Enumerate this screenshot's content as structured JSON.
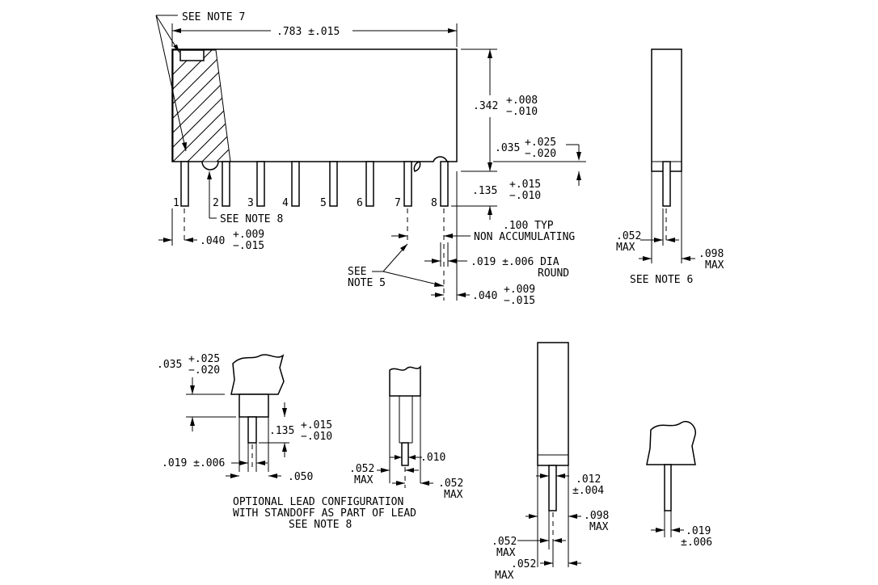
{
  "notes": {
    "see_note_7": "SEE NOTE 7",
    "see_note_8": "SEE NOTE 8",
    "see_note_6": "SEE NOTE 6",
    "see_note_5_line1": "SEE",
    "see_note_5_line2": "NOTE 5",
    "opt_line1": "OPTIONAL LEAD CONFIGURATION",
    "opt_line2": "WITH STANDOFF AS PART OF LEAD",
    "opt_line3": "SEE NOTE 8"
  },
  "pins": [
    "1",
    "2",
    "3",
    "4",
    "5",
    "6",
    "7",
    "8"
  ],
  "dims": {
    "length": ".783 ±.015",
    "height_val": ".342",
    "height_plus": "+.008",
    "height_minus": "−.010",
    "standoff_val": ".035",
    "standoff_plus": "+.025",
    "standoff_minus": "−.020",
    "lead_len_val": ".135",
    "lead_len_plus": "+.015",
    "lead_len_minus": "−.010",
    "pitch_line1": ".100 TYP",
    "pitch_line2": "NON ACCUMULATING",
    "lead_dia_line1": ".019 ±.006 DIA",
    "lead_dia_line2": "ROUND",
    "end_left_val": ".040",
    "end_left_plus": "+.009",
    "end_left_minus": "−.015",
    "end_right_val": ".040",
    "end_right_plus": "+.009",
    "end_right_minus": "−.015",
    "side_052": ".052",
    "side_098": ".098",
    "max": "MAX",
    "opt_035_val": ".035",
    "opt_035_plus": "+.025",
    "opt_035_minus": "−.020",
    "opt_135_val": ".135",
    "opt_135_plus": "+.015",
    "opt_135_minus": "−.010",
    "opt_019": ".019 ±.006",
    "opt_050": ".050",
    "b_052_left": ".052",
    "b_052_right": ".052",
    "b_010": ".010",
    "c_012_val": ".012",
    "c_012_tol": "±.004",
    "c_098": ".098",
    "c_052a": ".052",
    "c_052b": ".052",
    "d_019_val": ".019",
    "d_019_tol": "±.006"
  }
}
